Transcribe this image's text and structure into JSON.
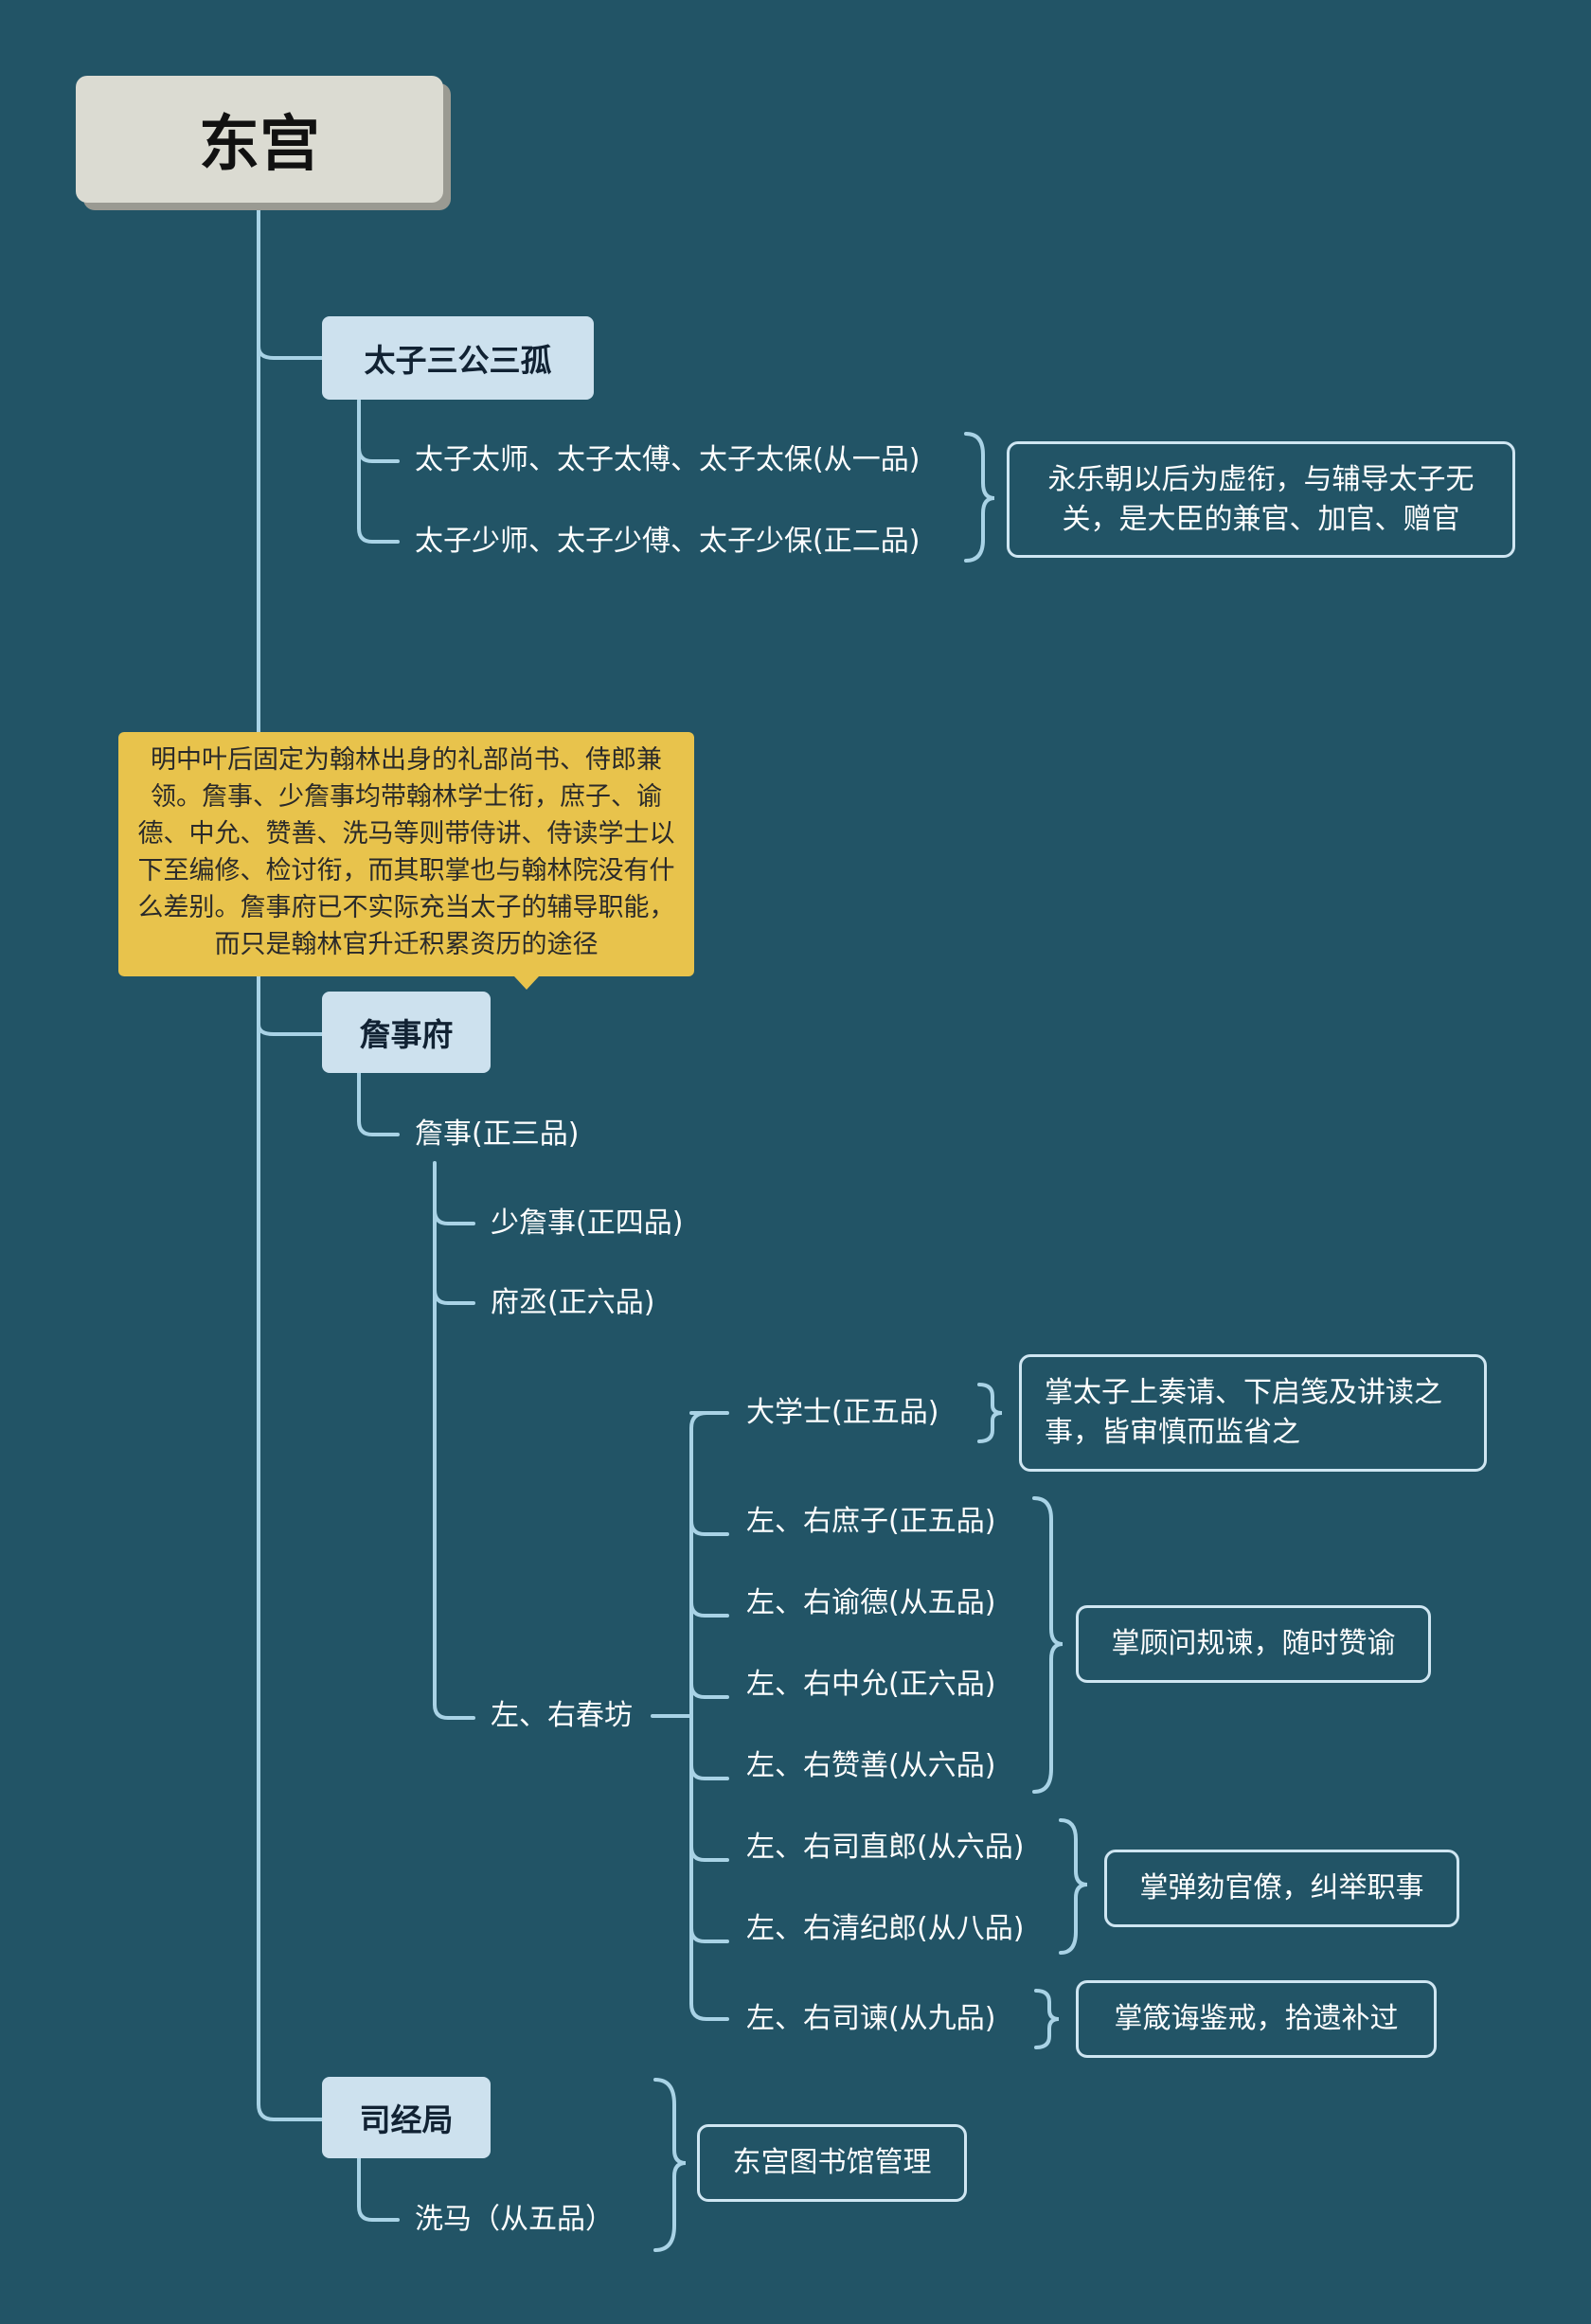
{
  "root": {
    "label": "东宫"
  },
  "groups": {
    "sangong": {
      "label": "太子三公三孤",
      "items": [
        "太子太师、太子太傅、太子太保(从一品)",
        "太子少师、太子少傅、太子少保(正二品)"
      ],
      "note": "永乐朝以后为虚衔，与辅导太子无关，是大臣的兼官、加官、赠官"
    },
    "zhanshifu": {
      "label": "詹事府",
      "callout": "明中叶后固定为翰林出身的礼部尚书、侍郎兼领。詹事、少詹事均带翰林学士衔，庶子、谕德、中允、赞善、洗马等则带侍讲、侍读学士以下至编修、检讨衔，而其职掌也与翰林院没有什么差别。詹事府已不实际充当太子的辅导职能，而只是翰林官升迁积累资历的途径",
      "zhanshi": "詹事(正三品)",
      "sub": [
        "少詹事(正四品)",
        "府丞(正六品)"
      ],
      "chunfang": {
        "label": "左、右春坊",
        "daxueshi": "大学士(正五品)",
        "daxueshi_note": "掌太子上奏请、下启笺及讲读之事，皆审慎而监省之",
        "guwen": [
          "左、右庶子(正五品)",
          "左、右谕德(从五品)",
          "左、右中允(正六品)",
          "左、右赞善(从六品)"
        ],
        "guwen_note": "掌顾问规谏，随时赞谕",
        "tanhe": [
          "左、右司直郎(从六品)",
          "左、右清纪郎(从八品)"
        ],
        "tanhe_note": "掌弹劾官僚，纠举职事",
        "sijian": "左、右司谏(从九品)",
        "sijian_note": "掌箴诲鉴戒，拾遗补过"
      }
    },
    "sijingju": {
      "label": "司经局",
      "item": "洗马（从五品）",
      "note": "东宫图书馆管理"
    }
  },
  "colors": {
    "background": "#225466",
    "line": "#a9d3e6",
    "level1": "#cde1ee",
    "callout": "#e8c34c",
    "root": "#dbdbd2"
  }
}
